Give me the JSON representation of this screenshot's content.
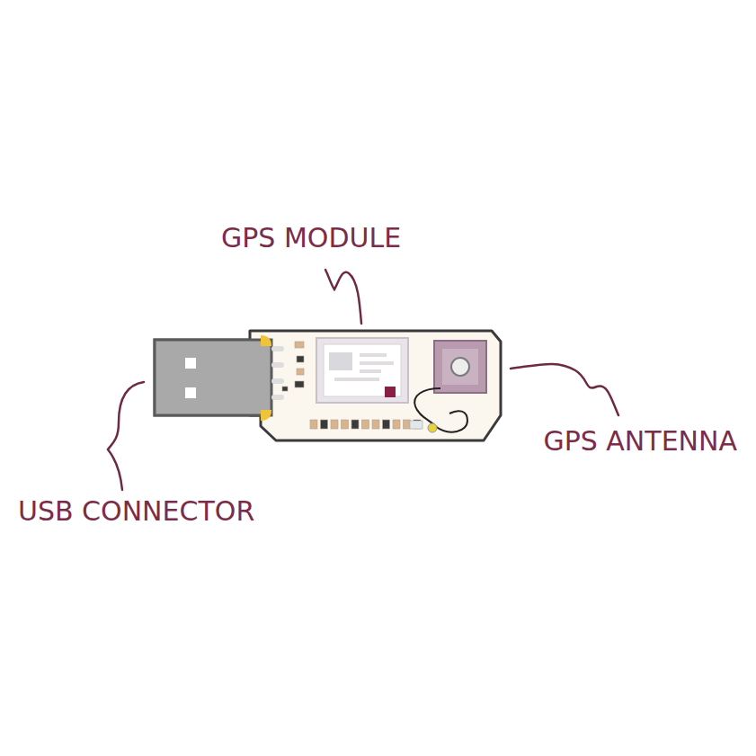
{
  "diagram": {
    "labels": [
      "GPS MODULE",
      "GPS ANTENNA",
      "USB CONNECTOR"
    ]
  }
}
